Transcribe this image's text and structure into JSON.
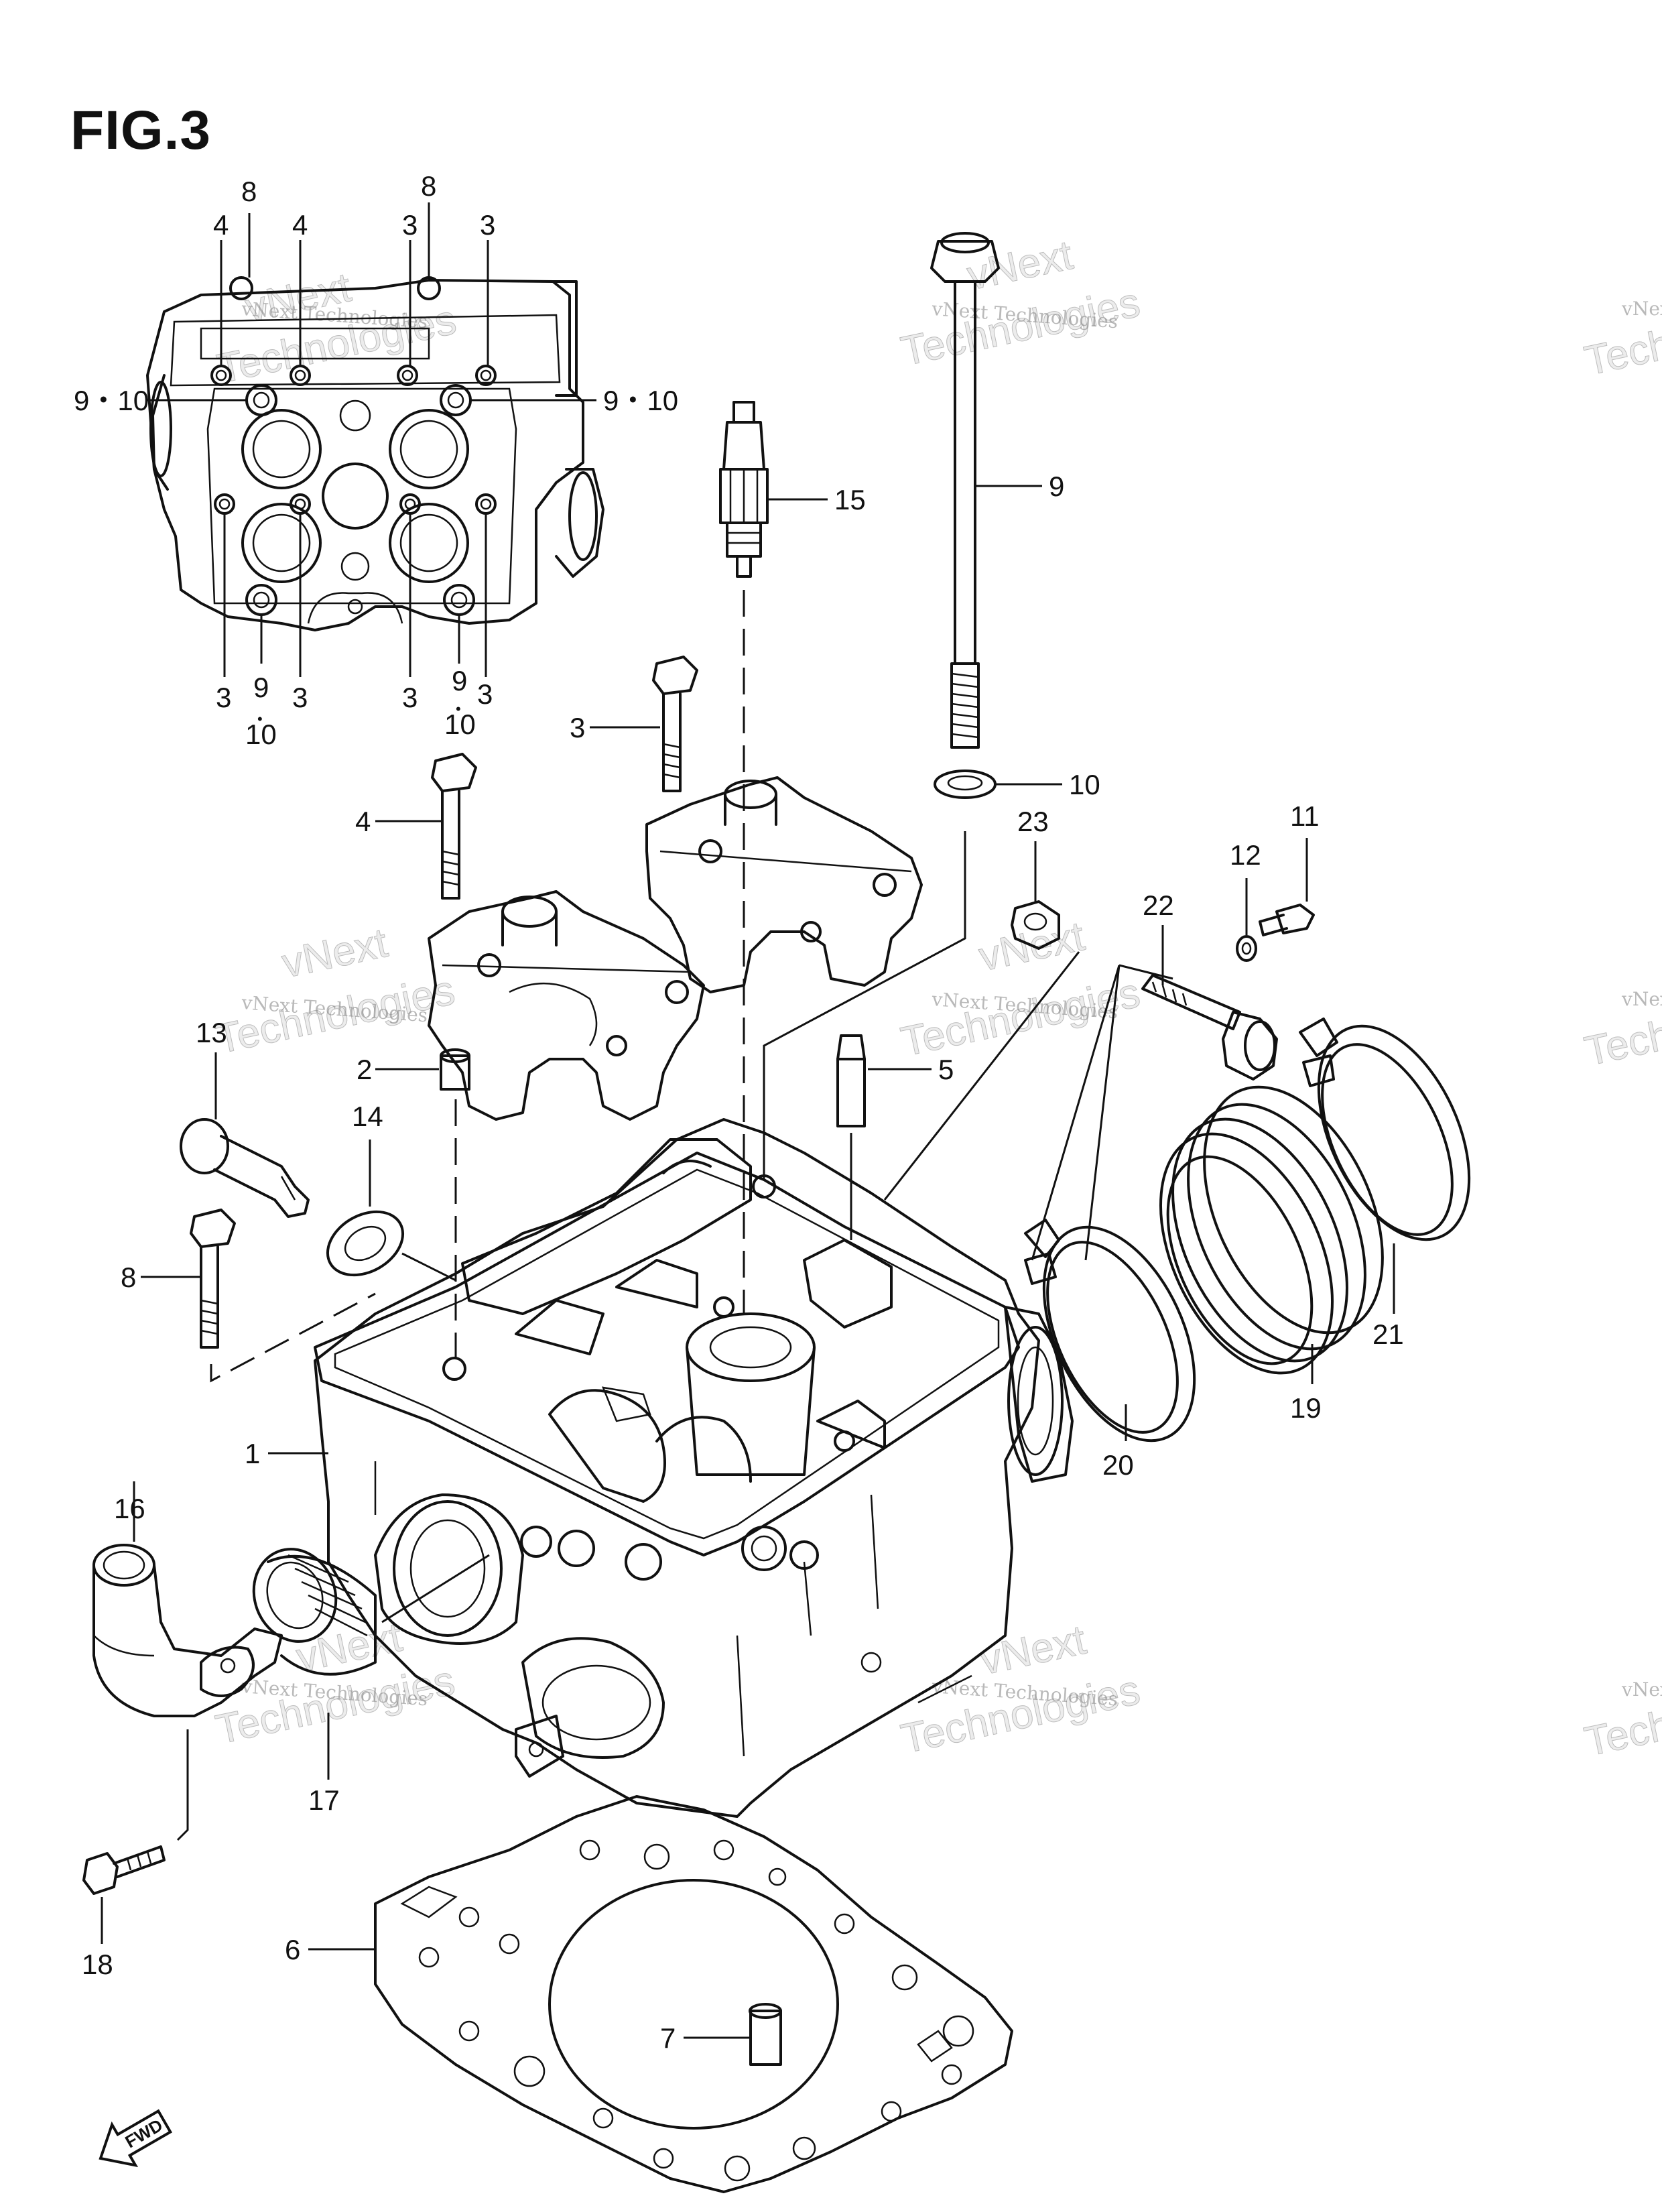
{
  "figure": {
    "title": "FIG.3"
  },
  "callouts": {
    "c1": "1",
    "c2": "2",
    "c3": "3",
    "c4": "4",
    "c5": "5",
    "c6": "6",
    "c7": "7",
    "c8": "8",
    "c9": "9",
    "c10": "10",
    "c11": "11",
    "c12": "12",
    "c13": "13",
    "c14": "14",
    "c15": "15",
    "c16": "16",
    "c17": "17",
    "c18": "18",
    "c19": "19",
    "c20": "20",
    "c21": "21",
    "c22": "22",
    "c23": "23",
    "inset_9_10": "9・10",
    "dot": "•"
  },
  "watermark": {
    "brand": "vNext",
    "word": "Technologies",
    "line": "vNext Technologies"
  },
  "fwd_badge": "FWD"
}
